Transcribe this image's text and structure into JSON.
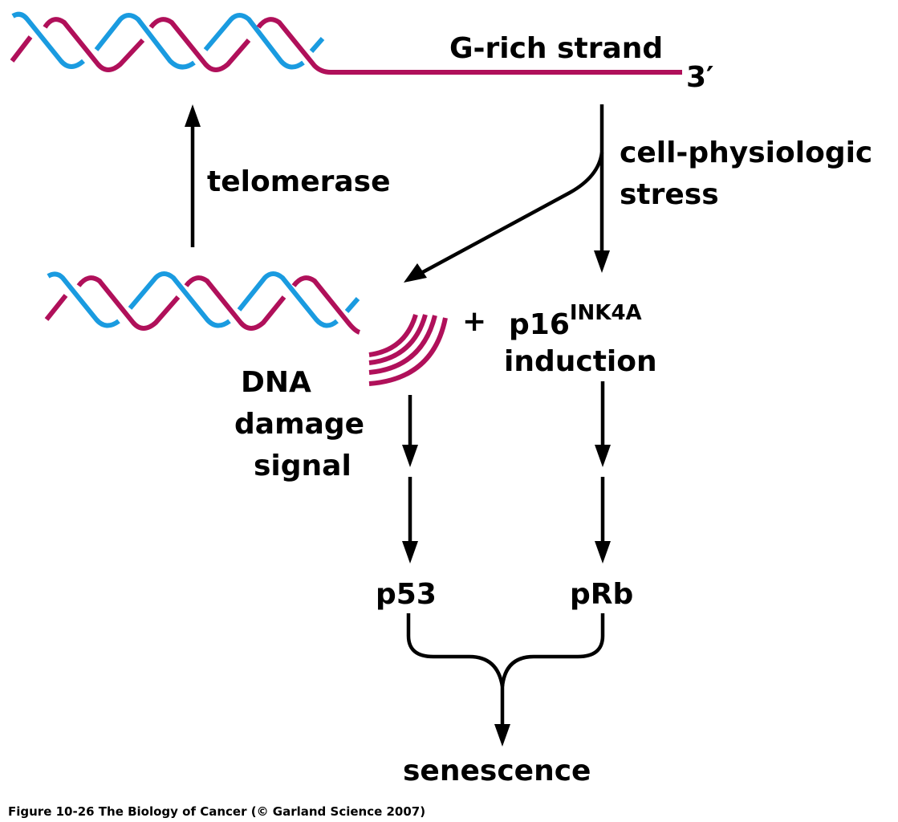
{
  "figure": {
    "caption": "Figure 10-26  The Biology of Cancer (© Garland Science 2007)",
    "colors": {
      "strand_blue": "#1a9be0",
      "strand_red": "#b0105a",
      "arrow": "#000000"
    },
    "top_dna": {
      "overhang_label": "G-rich strand",
      "end_label": "3′"
    },
    "telomerase_label": "telomerase",
    "stress_label_line1": "cell-physiologic",
    "stress_label_line2": "stress",
    "plus_sign": "+",
    "p16": {
      "name": "p16",
      "superscript": "INK4A",
      "line2": "induction"
    },
    "dna_damage": {
      "line1": "DNA",
      "line2": "damage",
      "line3": "signal"
    },
    "p53_label": "p53",
    "prb_label": "pRb",
    "outcome_label": "senescence"
  }
}
